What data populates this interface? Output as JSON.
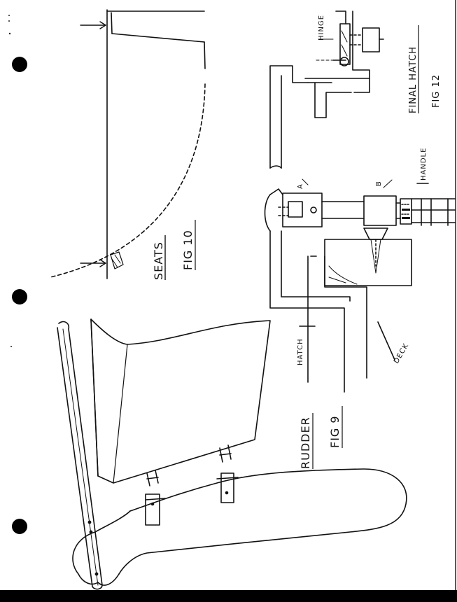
{
  "labels": {
    "hinge": "HINGE",
    "final_hatch": "FINAL HATCH",
    "fig12": "FIG 12",
    "seats": "SEATS",
    "fig10": "FIG 10",
    "marker_a": "A",
    "marker_b": "B",
    "handle": "HANDLE",
    "hatch": "HATCH",
    "deck": "DECK",
    "rudder": "RUDDER",
    "fig9": "FIG 9"
  },
  "colors": {
    "ink": "#111111",
    "paper": "#ffffff",
    "scan_edge": "#000000"
  },
  "icons": [
    "binder-hole",
    "arrow-indicator"
  ]
}
